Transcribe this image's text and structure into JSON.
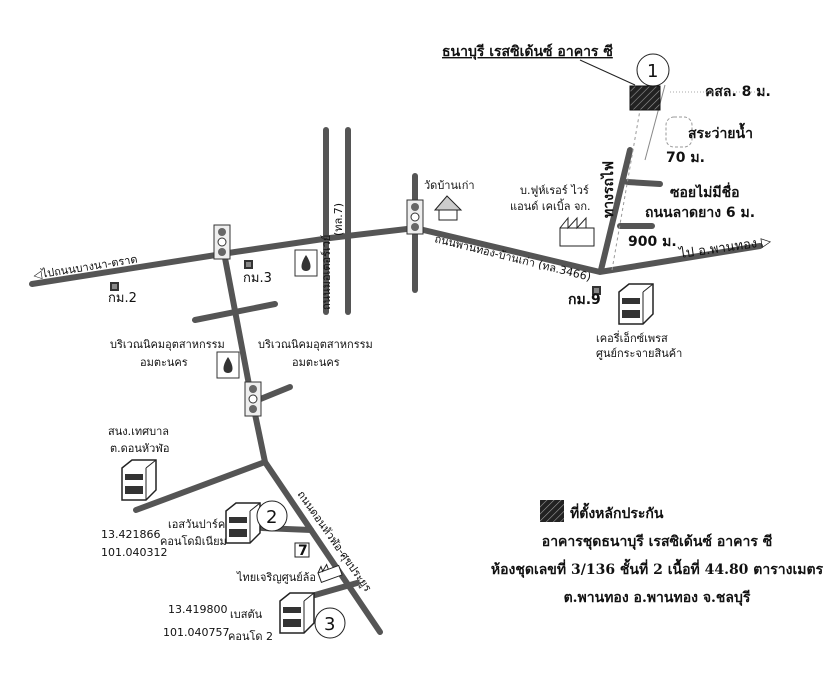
{
  "title": "ธนาบุรี เรสซิเด้นซ์ อาคาร ซี",
  "markers": {
    "m1": "1",
    "m2": "2",
    "m3": "3"
  },
  "labels": {
    "canal": "คสล. 8 ม.",
    "pond": "สระว่ายน้ำ",
    "dist70": "70 ม.",
    "railway": "ทางรถไฟ",
    "soi": "ซอยไม่มีชื่อ",
    "soi_road": "ถนนลาดยาง 6 ม.",
    "dist900": "900 ม.",
    "to_phanthong": "ไป อ.พานทอง ▷",
    "factory": "บ.ฟูห์เรอร์ ไวร์",
    "factory2": "แอนด์ เคเบิ้ล จก.",
    "temple": "วัดบ้านเก่า",
    "main_road": "ถนนพานทอง-บ้านเก่า (ทล.3466)",
    "km9": "กม.9",
    "warehouse1": "เคอรี่เอ็กซ์เพรส",
    "warehouse2": "ศูนย์กระจายสินค้า",
    "to_bangna": "◁ไปถนนบางนา-ตราด",
    "km2": "กม.2",
    "km3": "กม.3",
    "hw7": "(ทล.7)",
    "motorway": "ถนนมอเตอร์เวย์",
    "industrial_a1": "บริเวณนิคมอุตสาหกรรม",
    "industrial_a2": "อมตะนคร",
    "industrial_b1": "บริเวณนิคมอุตสาหกรรม",
    "industrial_b2": "อมตะนคร",
    "municipal1": "สนง.เทศบาล",
    "municipal2": "ต.ดอนหัวฬ่อ",
    "coord2_lat": "13.421866",
    "coord2_lng": "101.040312",
    "condo2a": "เอสวันปาร์ค",
    "condo2b": "คอนโดมิเนียม",
    "seven": "7",
    "tyre": "ไทยเจริญศูนย์ล้อ",
    "coord3_lat": "13.419800",
    "coord3_lng": "101.040757",
    "condo3a": "เบสตัน",
    "condo3b": "คอนโด 2",
    "road_donhua": "ถนนดอนหัวฬ่อ-ศุขประยูร"
  },
  "legend": {
    "symbol_label": "ที่ตั้งหลักประกัน",
    "line1": "อาคารชุดธนาบุรี เรสซิเด้นซ์ อาคาร ซี",
    "line2": "ห้องชุดเลขที่ 3/136 ชั้นที่ 2  เนื้อที่ 44.80 ตารางเมตร",
    "line3": "ต.พานทอง อ.พานทอง จ.ชลบุรี"
  }
}
